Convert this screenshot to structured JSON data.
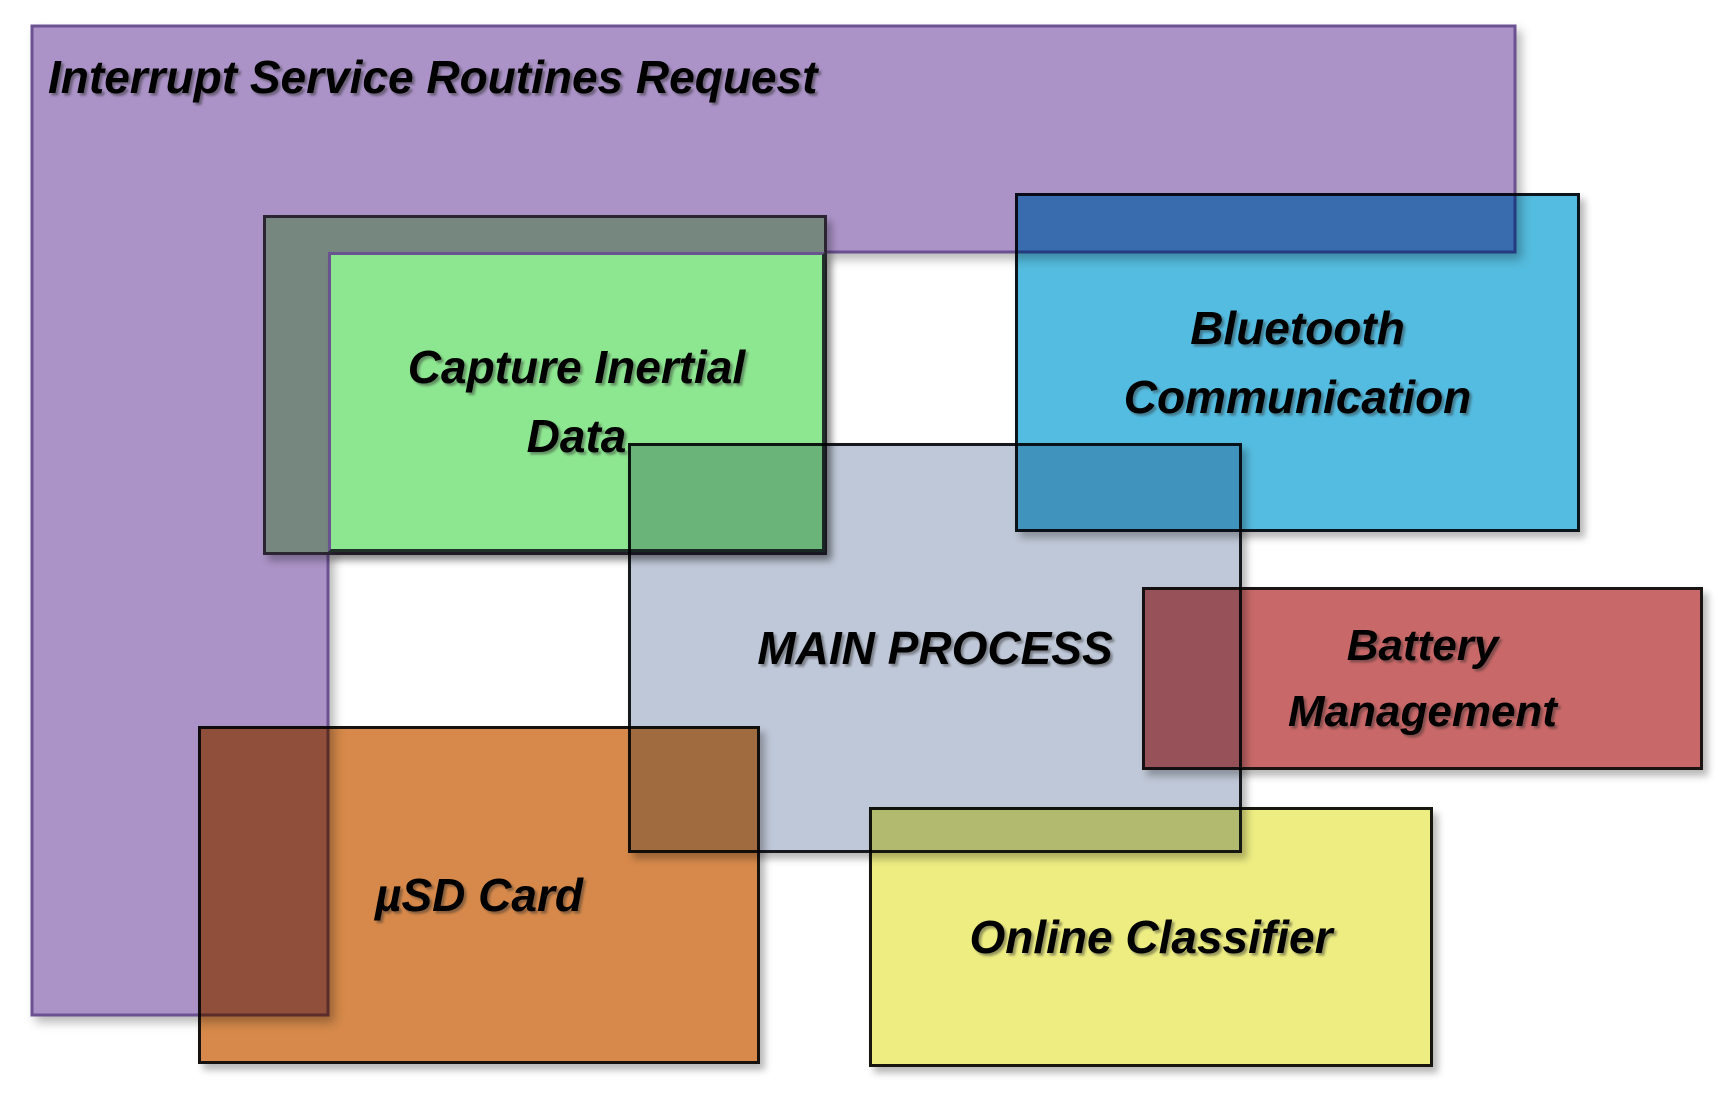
{
  "diagram": {
    "background_color": "#ffffff",
    "nodes": {
      "isr": {
        "label": "Interrupt Service Routines Request",
        "shape": "L-shaped region",
        "fill": "#ab93c7",
        "border": "#6b5191"
      },
      "backing": {
        "label": "",
        "shape": "rectangle (backing plate behind Capture Inertial Data)",
        "fill": "#75877e",
        "border": "#2b2532"
      },
      "capture": {
        "label": "Capture Inertial Data",
        "shape": "rectangle",
        "fill": "#8de690",
        "border": "#203129"
      },
      "main": {
        "label": "MAIN PROCESS",
        "shape": "rectangle",
        "fill": "#bfc8d8",
        "border": "#15181d"
      },
      "bluetooth": {
        "label": "Bluetooth Communication",
        "shape": "rectangle",
        "fill": "#54bce0",
        "border": "#0c141c"
      },
      "usd": {
        "label": "µSD Card",
        "shape": "rectangle",
        "fill": "#d6894a",
        "border": "#161210"
      },
      "battery": {
        "label": "Battery Management",
        "shape": "rectangle",
        "fill": "#c96868",
        "border": "#1a1413"
      },
      "classifier": {
        "label": "Online Classifier",
        "shape": "rectangle",
        "fill": "#eded82",
        "border": "#17170f"
      }
    }
  }
}
